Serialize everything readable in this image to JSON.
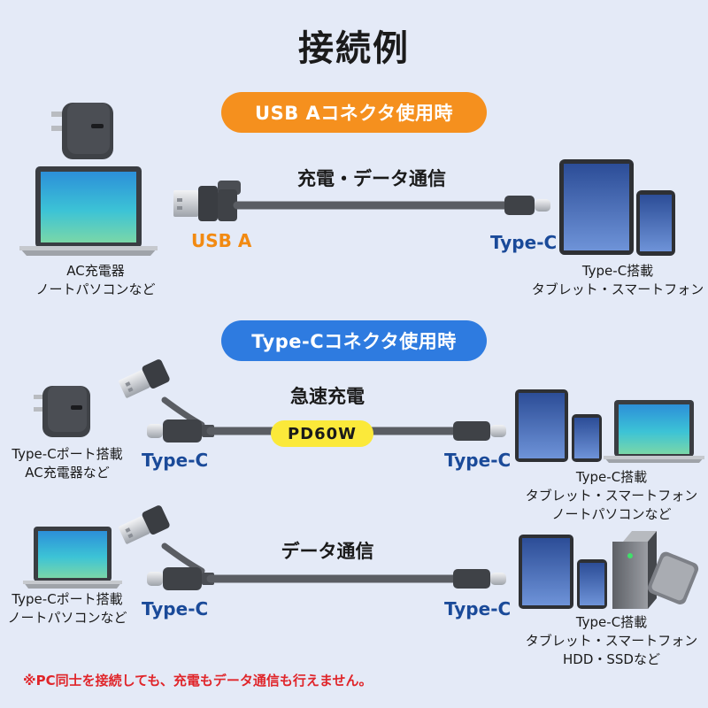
{
  "title": "接続例",
  "sections": {
    "usb_a": {
      "pill": "USB Aコネクタ使用時",
      "cable_title": "充電・データ通信",
      "left_connector": "USB A",
      "right_connector": "Type-C",
      "left_caption": [
        "AC充電器",
        "ノートパソコンなど"
      ],
      "right_caption": [
        "Type-C搭載",
        "タブレット・スマートフォン"
      ]
    },
    "type_c": {
      "pill": "Type-Cコネクタ使用時",
      "fast_charge": {
        "cable_title": "急速充電",
        "badge": "PD60W",
        "left_connector": "Type-C",
        "right_connector": "Type-C",
        "left_caption": [
          "Type-Cポート搭載",
          "AC充電器など"
        ],
        "right_caption": [
          "Type-C搭載",
          "タブレット・スマートフォン",
          "ノートパソコンなど"
        ]
      },
      "data": {
        "cable_title": "データ通信",
        "left_connector": "Type-C",
        "right_connector": "Type-C",
        "left_caption": [
          "Type-Cポート搭載",
          "ノートパソコンなど"
        ],
        "right_caption": [
          "Type-C搭載",
          "タブレット・スマートフォン",
          "HDD・SSDなど"
        ]
      }
    }
  },
  "note": "※PC同士を接続しても、充電もデータ通信も行えません。",
  "colors": {
    "background": "#e4eaf7",
    "pill_orange": "#f5901e",
    "pill_blue": "#2e7be0",
    "usb_a_label": "#f28a12",
    "type_c_label": "#1a4a99",
    "badge": "#fbe93a",
    "note": "#e0252a",
    "cable": "#5a5d63"
  }
}
